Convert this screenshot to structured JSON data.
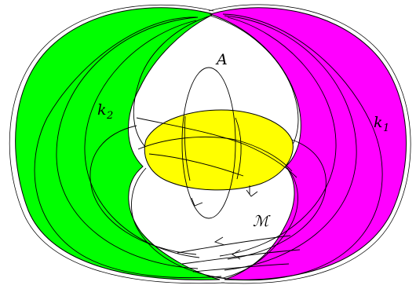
{
  "labels": {
    "A": "A",
    "k1_main": "k",
    "k1_sub": "1",
    "k2_main": "k",
    "k2_sub": "2",
    "M": "ℳ"
  },
  "colors": {
    "k1_region": "#ff00ff",
    "k2_region": "#00ff00",
    "disk": "#ffff00",
    "background": "#ffffff",
    "stroke": "#000000"
  }
}
